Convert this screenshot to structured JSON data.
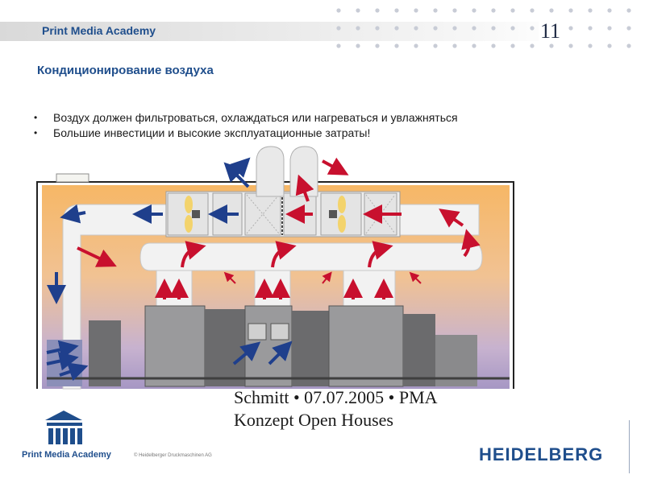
{
  "header": {
    "brand": "Print Media Academy",
    "page_number": "11"
  },
  "slide": {
    "title": "Кондиционирование воздуха",
    "bullets": [
      "Воздух должен фильтроваться, охлаждаться или нагреваться и увлажняться",
      "Большие инвестиции и высокие эксплуатационные затраты!"
    ]
  },
  "footer": {
    "caption": "Schmitt • 07.07.2005 • PMA Konzept Open Houses",
    "logo_text": "Print Media Academy",
    "copyright": "© Heidelberger Druckmaschinen AG",
    "brand_logo": "HEIDELBERG"
  },
  "colors": {
    "brand_blue": "#1f4e8c",
    "arrow_red": "#c8102e",
    "arrow_blue": "#1f3f8c"
  }
}
